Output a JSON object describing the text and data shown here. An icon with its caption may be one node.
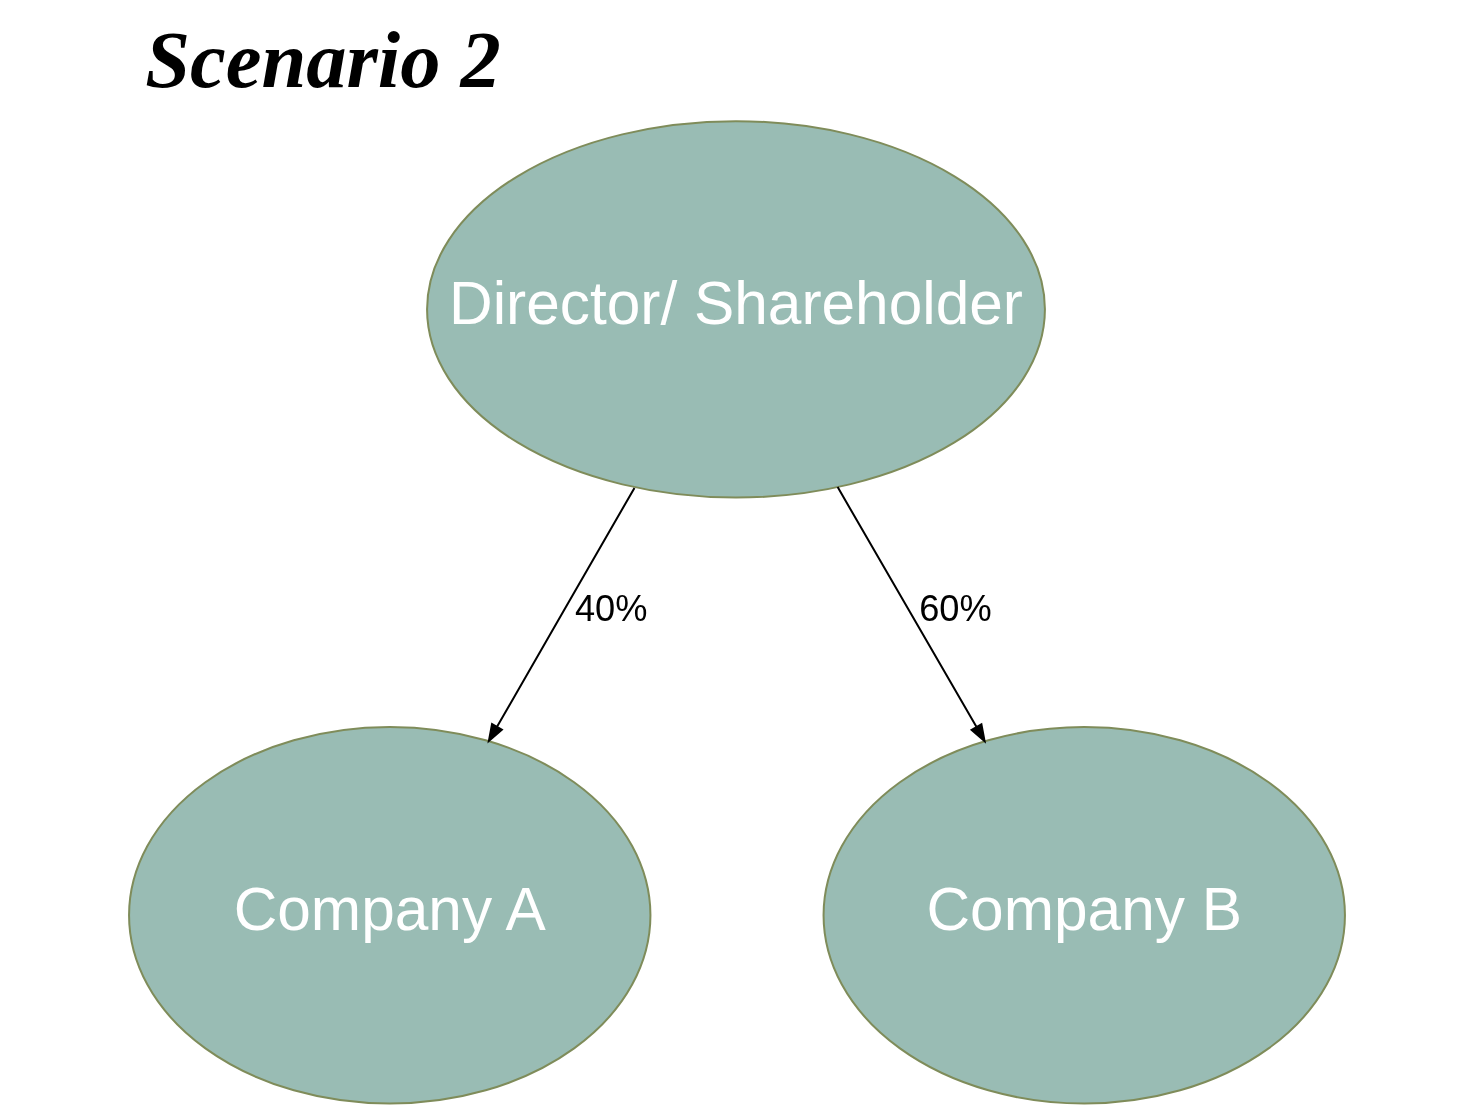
{
  "diagram": {
    "title": "Scenario 2",
    "nodes": [
      {
        "text": [
          "Director/ Shareholder"
        ]
      },
      {
        "text": [
          "Company A"
        ]
      },
      {
        "text": [
          "Company B"
        ]
      }
    ],
    "edges": [
      {
        "from": 0,
        "to": 1,
        "arrow": "to",
        "label": "40%"
      },
      {
        "from": 0,
        "to": 2,
        "arrow": "to",
        "label": "60%"
      }
    ]
  }
}
